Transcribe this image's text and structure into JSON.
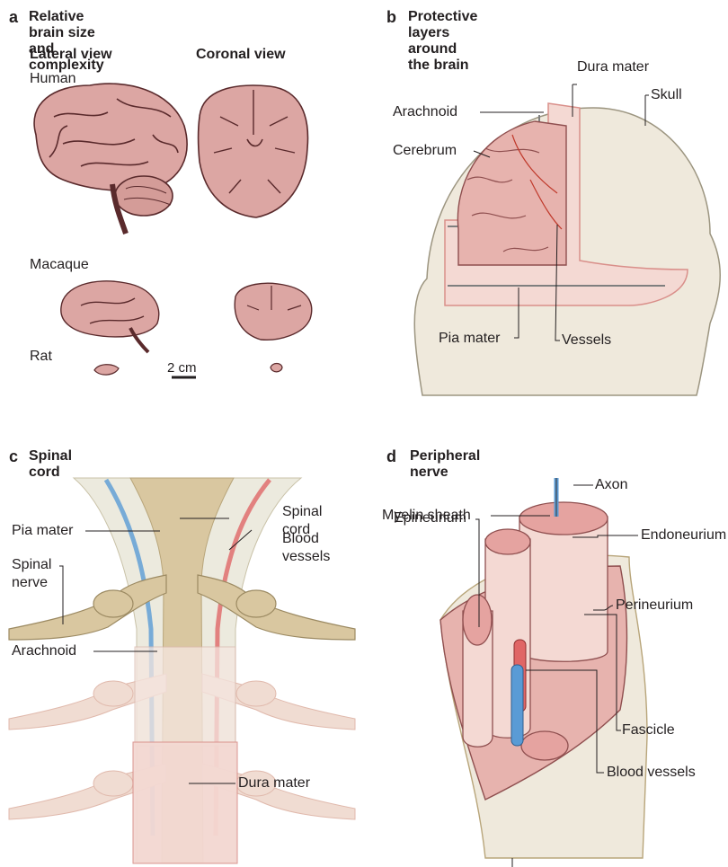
{
  "panels": {
    "a": {
      "letter": "a",
      "title": "Relative brain size and complexity",
      "col_lateral": "Lateral view",
      "col_coronal": "Coronal view",
      "species": [
        "Human",
        "Macaque",
        "Rat"
      ],
      "scale_bar": "2 cm"
    },
    "b": {
      "letter": "b",
      "title": "Protective layers around the brain",
      "labels": {
        "dura": "Dura mater",
        "skull": "Skull",
        "arachnoid": "Arachnoid",
        "cerebrum": "Cerebrum",
        "pia": "Pia mater",
        "vessels": "Vessels"
      }
    },
    "c": {
      "letter": "c",
      "title": "Spinal cord",
      "labels": {
        "pia": "Pia mater",
        "cord_1": "Spinal",
        "cord_2": "cord",
        "vessels_1": "Blood",
        "vessels_2": "vessels",
        "nerve_1": "Spinal",
        "nerve_2": "nerve",
        "arachnoid": "Arachnoid",
        "dura": "Dura mater"
      }
    },
    "d": {
      "letter": "d",
      "title": "Peripheral nerve",
      "labels": {
        "axon": "Axon",
        "myelin": "Myelin sheath",
        "endoneurium": "Endoneurium",
        "epineurium": "Epineurium",
        "perineurium": "Perineurium",
        "fascicle": "Fascicle",
        "blood_vessels": "Blood vessels"
      }
    }
  },
  "colors": {
    "brain_fill": "#d9a29f",
    "brain_line": "#5a2a2c",
    "skull": "#efe9dc",
    "dura": "#f4d9d3",
    "nerve_tan": "#d9c7a0",
    "artery_red": "#e06666",
    "vein_blue": "#5a9bd5"
  }
}
